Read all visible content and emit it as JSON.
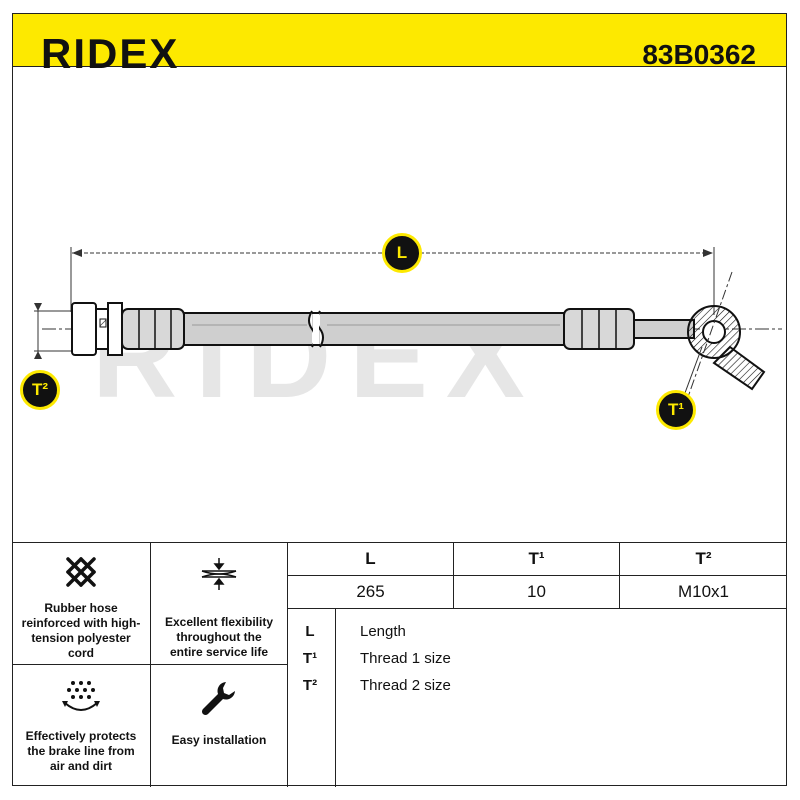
{
  "header": {
    "brand": "RIDEX",
    "part_number": "83B0362"
  },
  "drawing": {
    "watermark": "RIDEX",
    "dimension_labels": {
      "length": "L",
      "thread1": "T¹",
      "thread2": "T²"
    }
  },
  "features": [
    {
      "icon": "mesh-icon",
      "text": "Rubber hose reinforced with high-tension polyester cord"
    },
    {
      "icon": "flexibility-icon",
      "text": "Excellent flexibility throughout the entire service life"
    },
    {
      "icon": "protection-icon",
      "text": "Effectively protects the brake line from air and dirt"
    },
    {
      "icon": "wrench-icon",
      "text": "Easy installation"
    }
  ],
  "specs": {
    "headers": [
      "L",
      "T¹",
      "T²"
    ],
    "values": [
      "265",
      "10",
      "M10x1"
    ]
  },
  "legend": [
    {
      "key": "L",
      "description": "Length"
    },
    {
      "key": "T¹",
      "description": "Thread 1 size"
    },
    {
      "key": "T²",
      "description": "Thread 2 size"
    }
  ],
  "colors": {
    "accent": "#fde900",
    "ink": "#111111",
    "hose": "#cfcfcf"
  }
}
